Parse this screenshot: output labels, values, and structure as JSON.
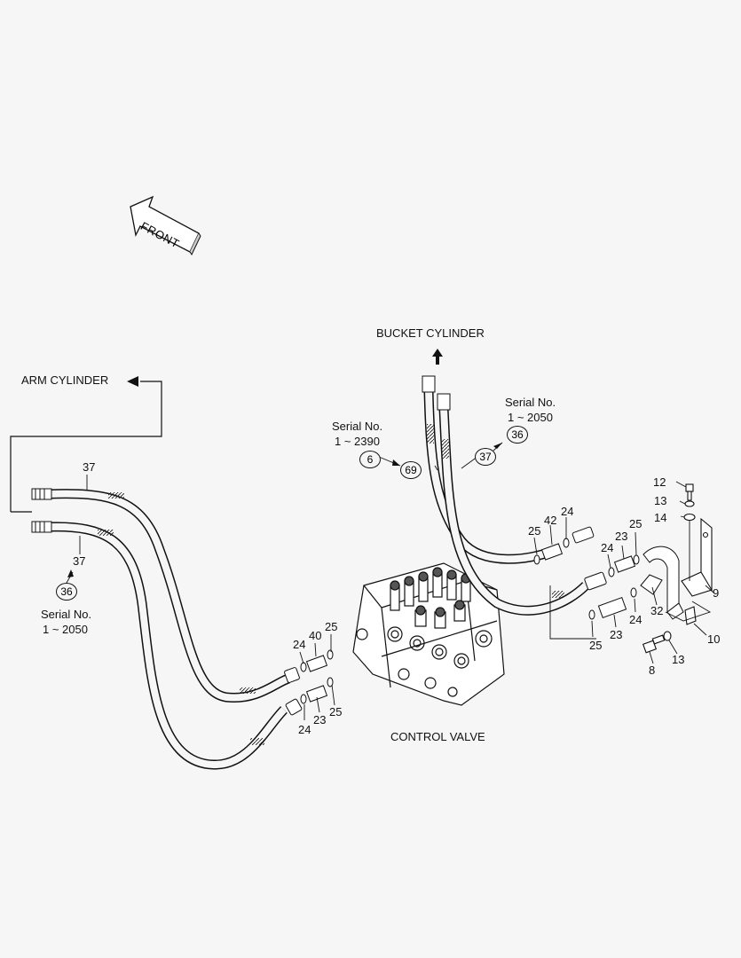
{
  "titles": {
    "bucket": "BUCKET CYLINDER",
    "arm": "ARM CYLINDER",
    "control": "CONTROL VALVE",
    "front": "FRONT"
  },
  "serial": {
    "left": {
      "line1": "Serial No.",
      "line2": "1 ~ 2050"
    },
    "mid": {
      "line1": "Serial No.",
      "line2": "1 ~ 2390"
    },
    "right": {
      "line1": "Serial No.",
      "line2": "1 ~ 2050"
    }
  },
  "callouts": {
    "c36_left": "36",
    "c6": "6",
    "c69": "69",
    "c37_mid": "37",
    "c36_right": "36"
  },
  "parts": {
    "p37_top": "37",
    "p37_bottom": "37",
    "p24_a": "24",
    "p40": "40",
    "p25_a": "25",
    "p24_b": "24",
    "p23_a": "23",
    "p25_b": "25",
    "p25_c": "25",
    "p42": "42",
    "p24_c": "24",
    "p25_d": "25",
    "p23_b": "23",
    "p24_d": "24",
    "p24_e": "24",
    "p32": "32",
    "p23_c": "23",
    "p25_e": "25",
    "p12": "12",
    "p13_a": "13",
    "p14": "14",
    "p9": "9",
    "p10": "10",
    "p13_b": "13",
    "p8": "8"
  }
}
